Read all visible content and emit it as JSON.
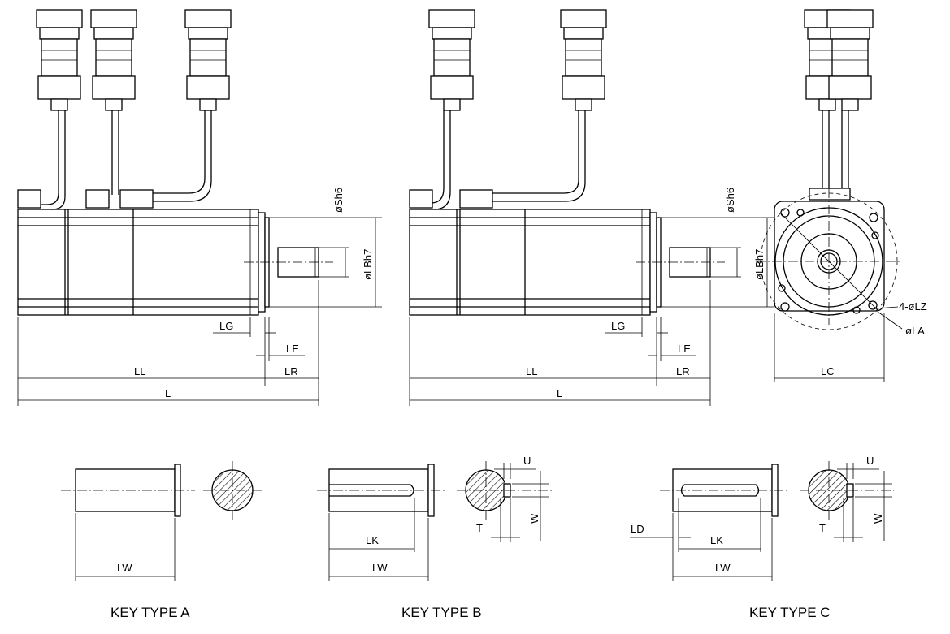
{
  "motor_side_view_1": {
    "LG": "LG",
    "LE": "LE",
    "LL": "LL",
    "LR": "LR",
    "L": "L",
    "Sh6": "øSh6",
    "LBh7": "øLBh7"
  },
  "motor_side_view_2": {
    "LG": "LG",
    "LE": "LE",
    "LL": "LL",
    "LR": "LR",
    "L": "L",
    "Sh6": "øSh6",
    "LBh7": "øLBh7"
  },
  "motor_front_view": {
    "LZ": "4-øLZ",
    "LA": "øLA",
    "LC": "LC"
  },
  "key_type_a": {
    "LW": "LW",
    "caption": "KEY TYPE A"
  },
  "key_type_b": {
    "LK": "LK",
    "LW": "LW",
    "U": "U",
    "T": "T",
    "W": "W",
    "caption": "KEY TYPE B"
  },
  "key_type_c": {
    "LD": "LD",
    "LK": "LK",
    "LW": "LW",
    "U": "U",
    "T": "T",
    "W": "W",
    "caption": "KEY TYPE C"
  }
}
